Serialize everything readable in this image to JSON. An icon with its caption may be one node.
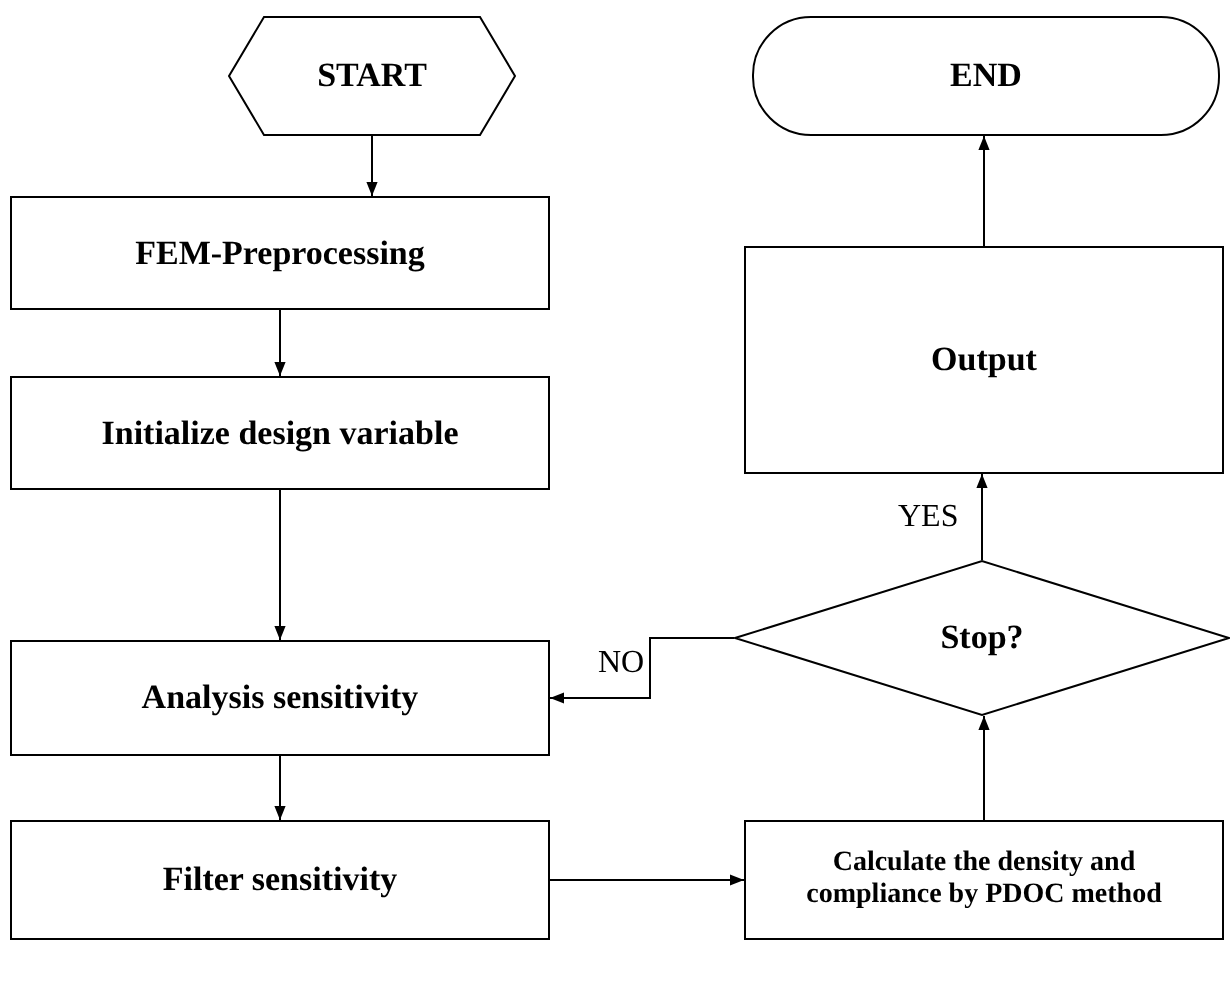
{
  "diagram": {
    "nodes": [
      {
        "text": [
          "START"
        ]
      },
      {
        "text": [
          "FEM-Preprocessing"
        ]
      },
      {
        "text": [
          "Initialize design variable"
        ]
      },
      {
        "text": [
          "Analysis sensitivity"
        ]
      },
      {
        "text": [
          "Filter sensitivity"
        ]
      },
      {
        "text": [
          "Calculate the density and compliance by PDOC method"
        ]
      },
      {
        "text": [
          "Stop?"
        ]
      },
      {
        "text": [
          "Output"
        ]
      },
      {
        "text": [
          "END"
        ]
      }
    ],
    "edges": [
      {
        "from": 0,
        "to": 1,
        "arrow": "to"
      },
      {
        "from": 1,
        "to": 2,
        "arrow": "to"
      },
      {
        "from": 2,
        "to": 3,
        "arrow": "to"
      },
      {
        "from": 3,
        "to": 4,
        "arrow": "to"
      },
      {
        "from": 4,
        "to": 5,
        "arrow": "to"
      },
      {
        "from": 5,
        "to": 6,
        "arrow": "to"
      },
      {
        "from": 6,
        "to": 7,
        "arrow": "to",
        "label": "YES"
      },
      {
        "from": 7,
        "to": 8,
        "arrow": "to"
      },
      {
        "from": 6,
        "to": 3,
        "arrow": "to",
        "label": "NO"
      }
    ]
  }
}
